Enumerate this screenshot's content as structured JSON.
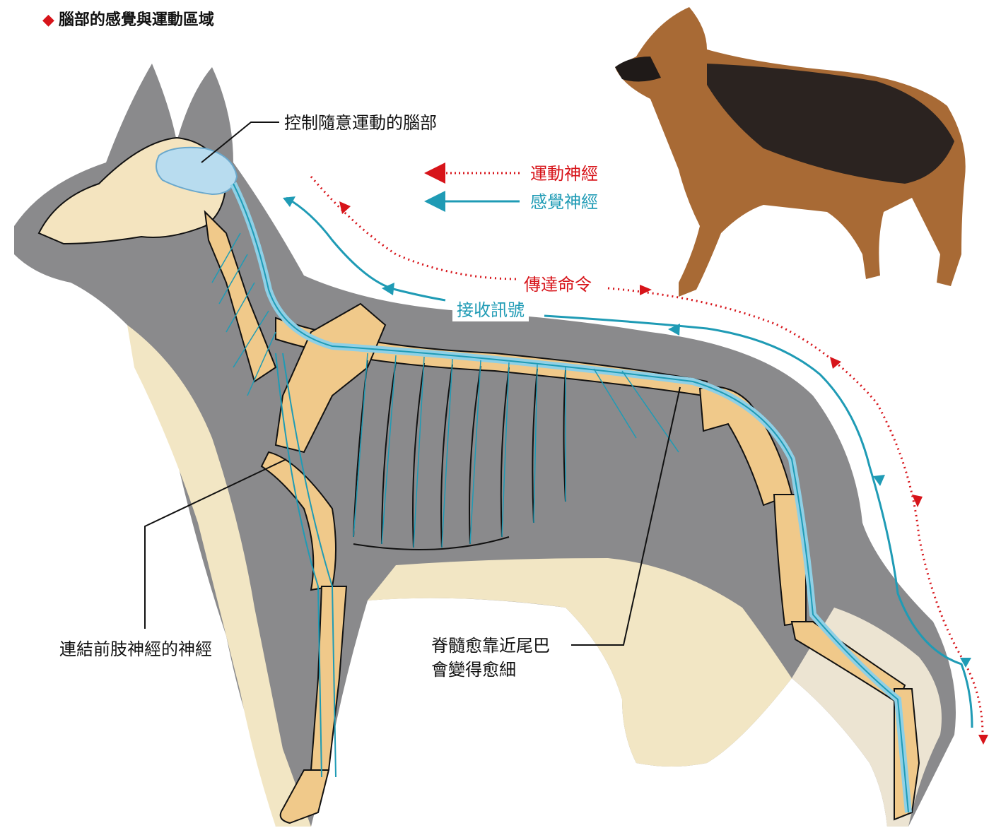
{
  "title": "腦部的感覺與運動區域",
  "legend": {
    "motor": "運動神經",
    "sensory": "感覺神經"
  },
  "flow": {
    "command": "傳達命令",
    "signal": "接收訊號"
  },
  "labels": {
    "brain": "控制隨意運動的腦部",
    "forelimb_nerve": "連結前肢神經的神經",
    "spinal_line1": "脊髓愈靠近尾巴",
    "spinal_line2": "會變得愈細"
  },
  "colors": {
    "motor": "#d7141a",
    "sensory": "#1f9bb5",
    "bone": "#f0c98a",
    "fur_dark": "#7d7d80",
    "fur_light": "#f3e7c2"
  }
}
